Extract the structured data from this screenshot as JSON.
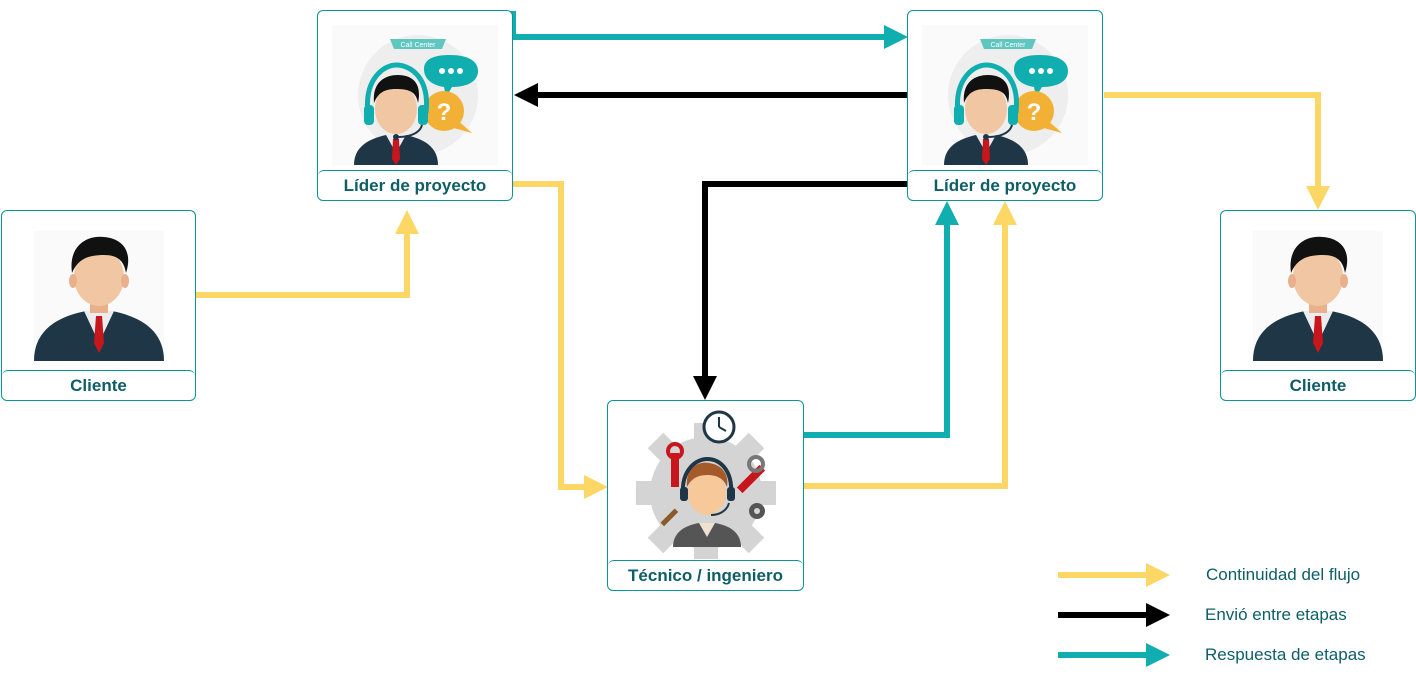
{
  "colors": {
    "flow": "#fdd766",
    "send": "#000000",
    "response": "#10aeaf",
    "node_border": "#0b9595",
    "label_text": "#0d5e66"
  },
  "nodes": {
    "client_left": {
      "label": "Cliente",
      "icon": "businessman-avatar-icon"
    },
    "leader_left": {
      "label": "Líder de proyecto",
      "icon": "call-center-agent-icon"
    },
    "leader_right": {
      "label": "Líder de proyecto",
      "icon": "call-center-agent-icon"
    },
    "technician": {
      "label": "Técnico / ingeniero",
      "icon": "technician-gear-icon"
    },
    "client_right": {
      "label": "Cliente",
      "icon": "businessman-avatar-icon"
    }
  },
  "edges": [
    {
      "from": "client_left",
      "to": "leader_left",
      "kind": "flow"
    },
    {
      "from": "leader_left",
      "to": "leader_right",
      "kind": "response"
    },
    {
      "from": "leader_right",
      "to": "leader_left",
      "kind": "send"
    },
    {
      "from": "leader_left",
      "to": "technician",
      "kind": "flow"
    },
    {
      "from": "leader_right",
      "to": "technician",
      "kind": "send"
    },
    {
      "from": "technician",
      "to": "leader_right",
      "kind": "response"
    },
    {
      "from": "technician",
      "to": "leader_right",
      "kind": "flow"
    },
    {
      "from": "leader_right",
      "to": "client_right",
      "kind": "flow"
    }
  ],
  "legend": {
    "flow": "Continuidad del flujo",
    "send": "Envió entre etapas",
    "response": "Respuesta de etapas"
  }
}
